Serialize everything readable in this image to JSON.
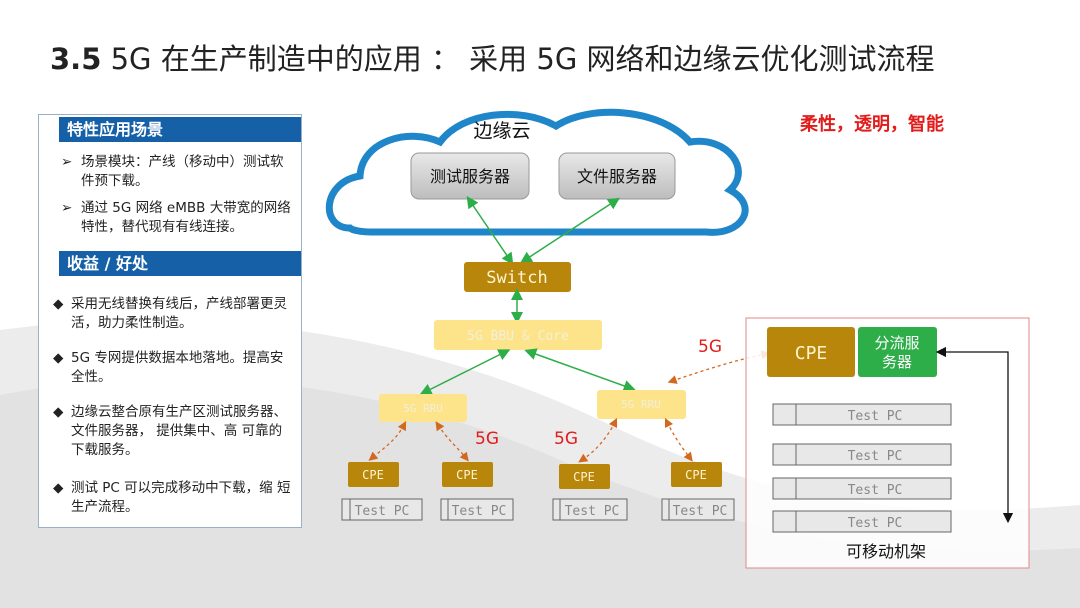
{
  "title": {
    "number": "3.5",
    "text": " 5G 在生产制造中的应用 ： 采用 5G 网络和边缘云优化测试流程"
  },
  "panel": {
    "section1": "特性应用场景",
    "section1_items": [
      "场景模块：产线（移动中）测试软件预下载。",
      "通过 5G 网络 eMBB 大带宽的网络特性，替代现有有线连接。"
    ],
    "section2": "收益 / 好处",
    "section2_items": [
      "采用无线替换有线后，产线部署更灵活，助力柔性制造。",
      "5G 专网提供数据本地落地。提高安全性。",
      "边缘云整合原有生产区测试服务器、文件服务器， 提供集中、高 可靠的下载服务。",
      "测试 PC 可以完成移动中下载，缩 短生产流程。"
    ]
  },
  "diagram": {
    "cloud_label": "边缘云",
    "test_server": "测试服务器",
    "file_server": "文件服务器",
    "switch": "Switch",
    "bbu_core": "5G BBU & Core",
    "rru_left": "5G RRU",
    "rru_right": "5G RRU",
    "tag_5g": "5G",
    "cpe": "CPE",
    "test_pc": "Test PC",
    "split_server": "分流服\n务器",
    "rack_label": "可移动机架",
    "slogan": "柔性，透明，智能"
  },
  "colors": {
    "cloud_stroke": "#1f86c9",
    "switch_fill": "#b8860b",
    "bbu_fill": "#fde38a",
    "green": "#2eae49",
    "accent_red": "#e21b1b",
    "panel_head": "#1560a6"
  }
}
